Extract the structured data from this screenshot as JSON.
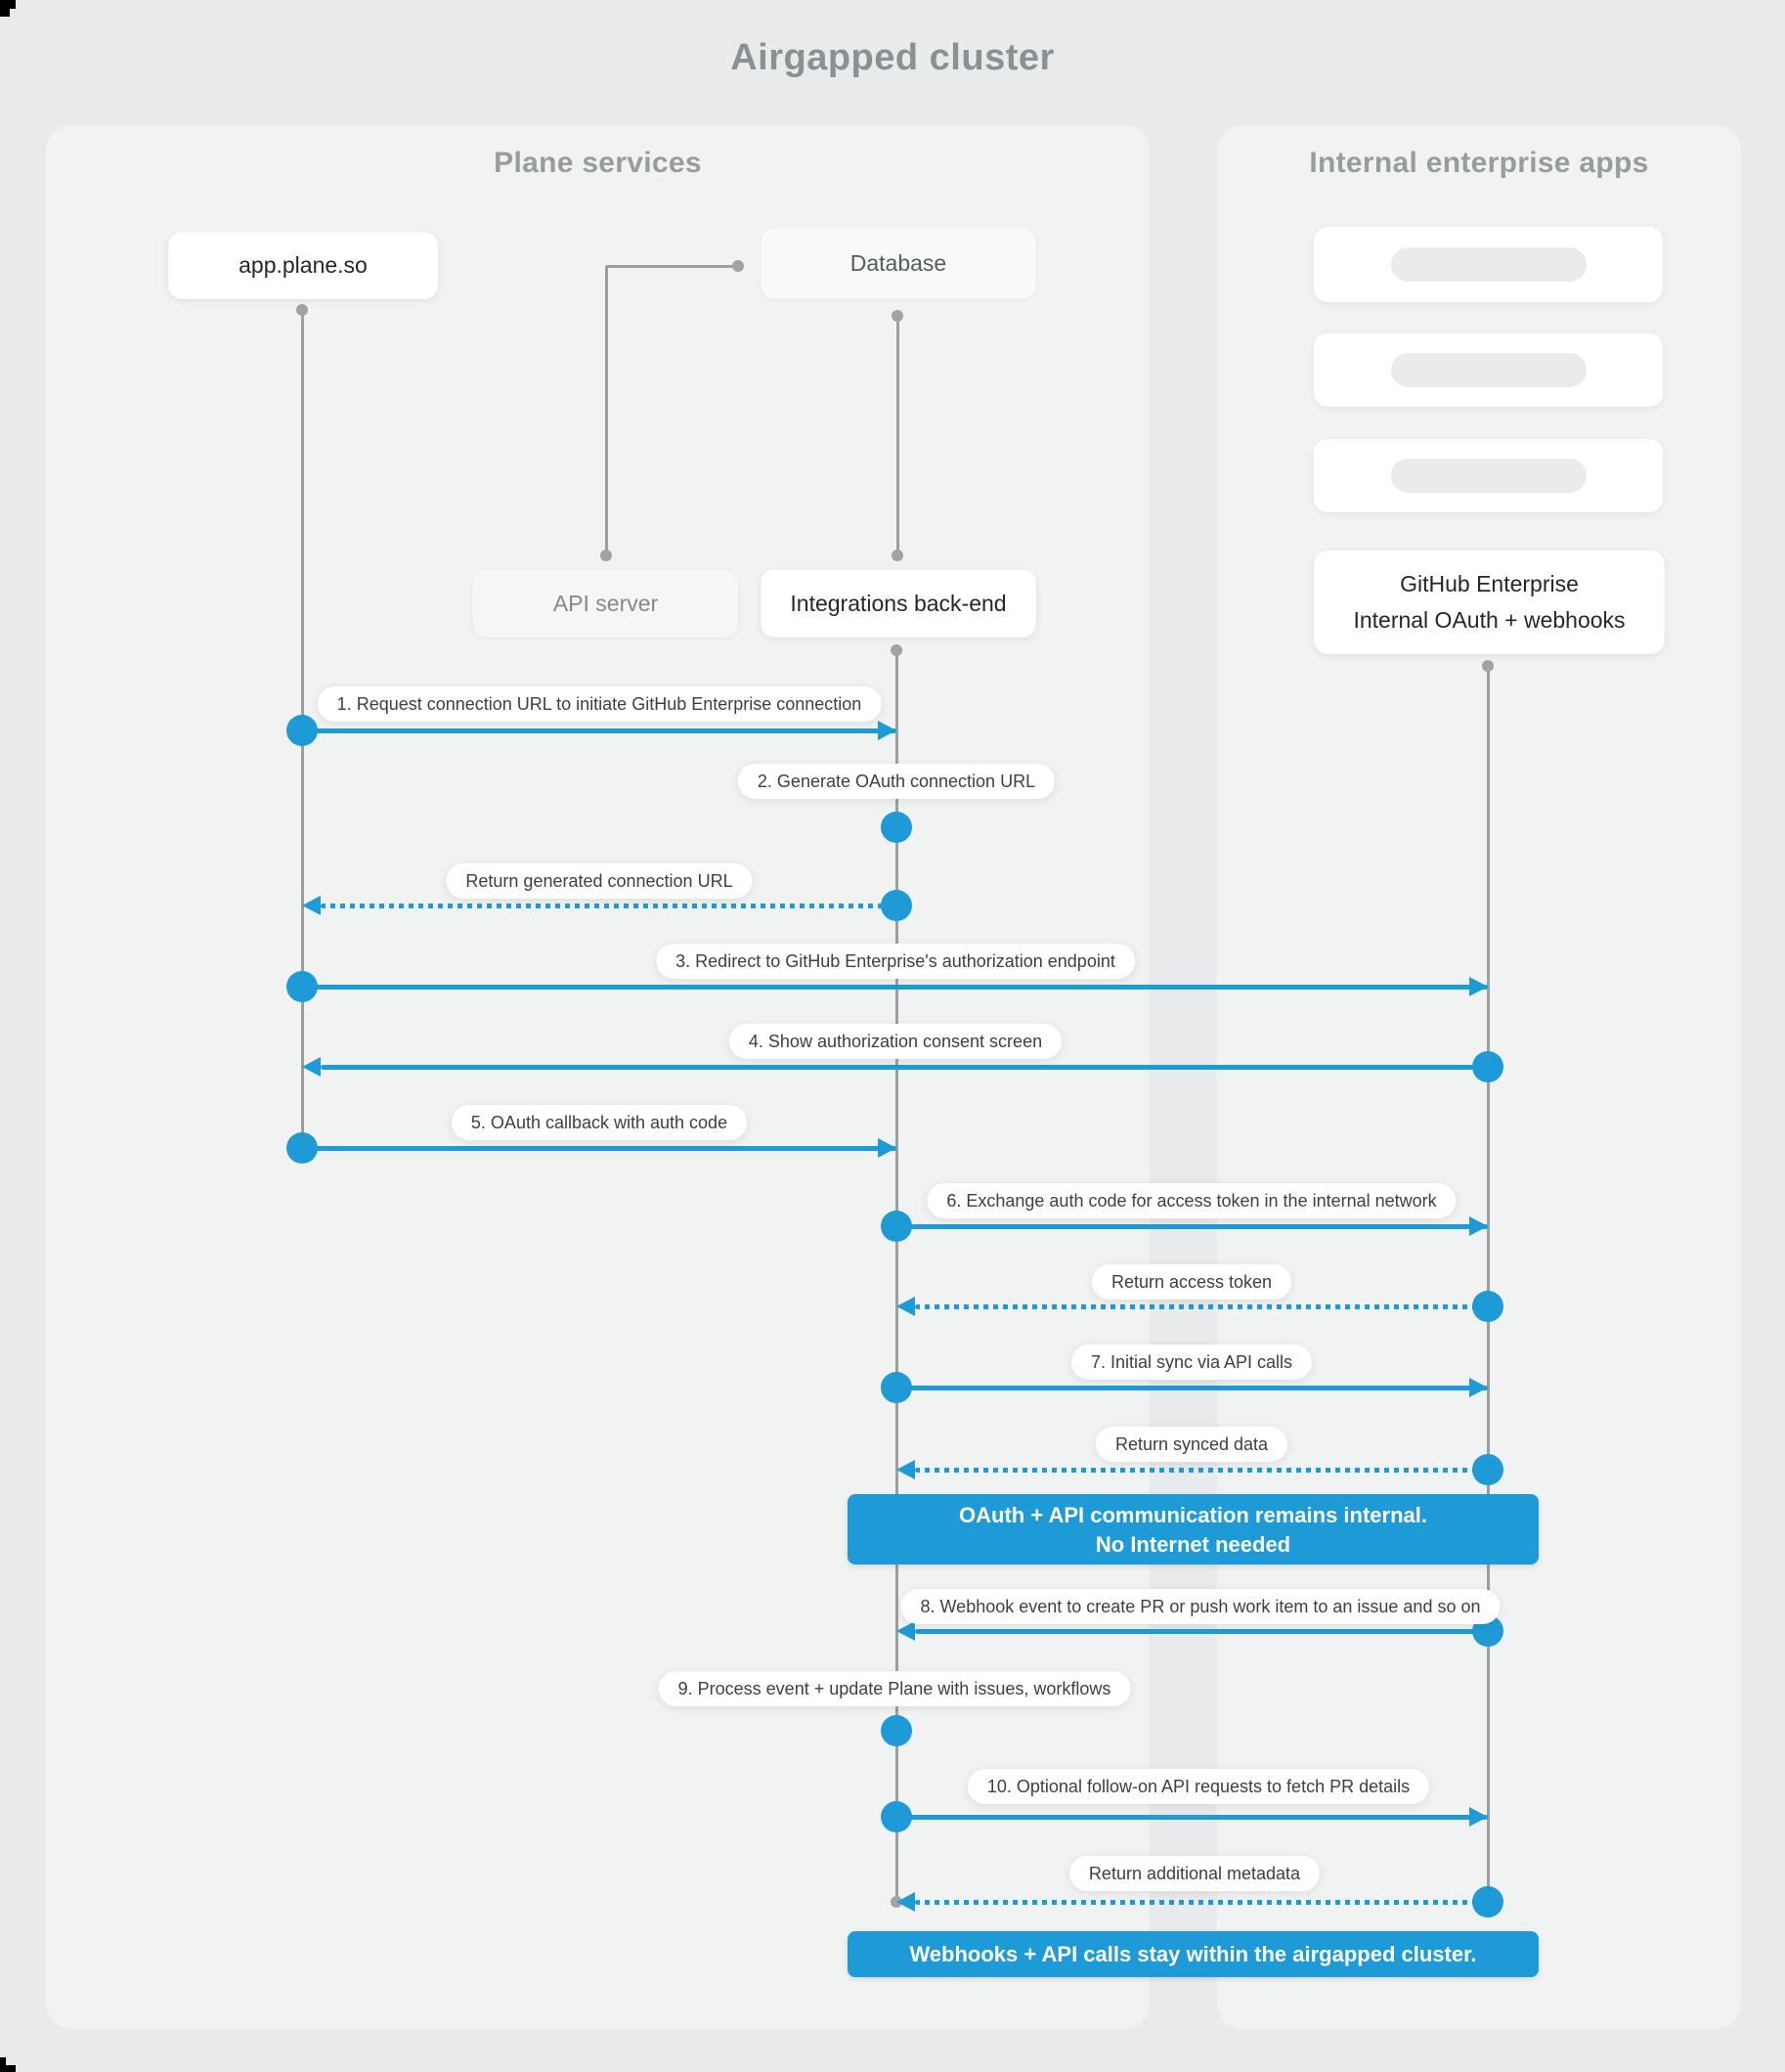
{
  "title": "Airgapped cluster",
  "panels": {
    "plane": {
      "title": "Plane services"
    },
    "internal": {
      "title": "Internal enterprise apps"
    }
  },
  "nodes": {
    "app": {
      "label": "app.plane.so"
    },
    "database": {
      "label": "Database"
    },
    "api_server": {
      "label": "API server"
    },
    "integrations": {
      "label": "Integrations back-end"
    },
    "github": {
      "line1": "GitHub Enterprise",
      "line2": "Internal OAuth + webhooks"
    }
  },
  "messages": [
    {
      "label": "1. Request connection URL to initiate GitHub Enterprise connection",
      "from": "app.plane.so",
      "to": "Integrations back-end",
      "style": "solid"
    },
    {
      "label": "2. Generate OAuth connection URL",
      "from": "Integrations back-end",
      "to": "Integrations back-end",
      "style": "self"
    },
    {
      "label": "Return generated connection URL",
      "from": "Integrations back-end",
      "to": "app.plane.so",
      "style": "dashed"
    },
    {
      "label": "3. Redirect to GitHub Enterprise's authorization endpoint",
      "from": "app.plane.so",
      "to": "GitHub Enterprise",
      "style": "solid"
    },
    {
      "label": "4. Show authorization consent screen",
      "from": "GitHub Enterprise",
      "to": "app.plane.so",
      "style": "solid"
    },
    {
      "label": "5. OAuth callback with auth code",
      "from": "app.plane.so",
      "to": "Integrations back-end",
      "style": "solid"
    },
    {
      "label": "6. Exchange auth code for access token in the internal network",
      "from": "Integrations back-end",
      "to": "GitHub Enterprise",
      "style": "solid"
    },
    {
      "label": "Return access token",
      "from": "GitHub Enterprise",
      "to": "Integrations back-end",
      "style": "dashed"
    },
    {
      "label": "7. Initial sync via API calls",
      "from": "Integrations back-end",
      "to": "GitHub Enterprise",
      "style": "solid"
    },
    {
      "label": "Return synced data",
      "from": "GitHub Enterprise",
      "to": "Integrations back-end",
      "style": "dashed"
    },
    {
      "label": "8. Webhook event to create PR  or push work item to an issue  and so on",
      "from": "GitHub Enterprise",
      "to": "Integrations back-end",
      "style": "solid"
    },
    {
      "label": "9. Process event + update Plane with issues, workflows",
      "from": "Integrations back-end",
      "to": "Integrations back-end",
      "style": "self"
    },
    {
      "label": "10. Optional follow-on API requests to fetch PR details",
      "from": "Integrations back-end",
      "to": "GitHub Enterprise",
      "style": "solid"
    },
    {
      "label": "Return additional metadata",
      "from": "GitHub Enterprise",
      "to": "Integrations back-end",
      "style": "dashed"
    }
  ],
  "banners": [
    {
      "line1": "OAuth + API communication remains internal.",
      "line2": "No Internet needed"
    },
    {
      "text": "Webhooks + API calls stay within the airgapped cluster."
    }
  ],
  "colors": {
    "accent_blue": "#1e9bd7",
    "page_bg": "#e9eaeb",
    "panel_bg": "#f1f2f2",
    "lifeline_gray": "#9b9ea0"
  }
}
